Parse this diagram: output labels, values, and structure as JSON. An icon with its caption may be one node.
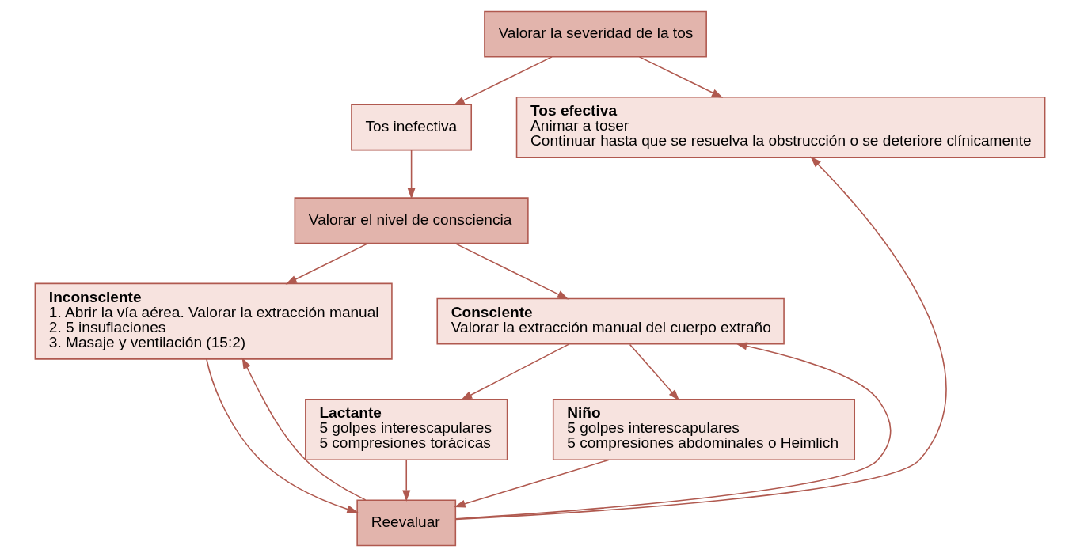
{
  "diagram": {
    "nodes": [
      {
        "text": [
          "Valorar la severidad de la tos"
        ]
      },
      {
        "text": [
          "Tos inefectiva"
        ]
      },
      {
        "text": [
          "Tos efectiva",
          "Animar a toser",
          "Continuar hasta que se resuelva la obstrucción o se deteriore clínicamente"
        ]
      },
      {
        "text": [
          "Valorar el nivel de consciencia"
        ]
      },
      {
        "text": [
          "Inconsciente",
          "1. Abrir la vía aérea. Valorar la extracción manual",
          "2. 5 insuflaciones",
          "3. Masaje y ventilación (15:2)"
        ]
      },
      {
        "text": [
          "Consciente",
          "Valorar la extracción manual del cuerpo extraño"
        ]
      },
      {
        "text": [
          "Lactante",
          "5 golpes interescapulares",
          "5 compresiones torácicas"
        ]
      },
      {
        "text": [
          "Niño",
          "5 golpes interescapulares",
          "5 compresiones abdominales o Heimlich"
        ]
      },
      {
        "text": [
          "Reevaluar"
        ]
      }
    ],
    "edges": [
      {
        "from": 0,
        "to": 1,
        "arrow": "to"
      },
      {
        "from": 0,
        "to": 2,
        "arrow": "to"
      },
      {
        "from": 1,
        "to": 3,
        "arrow": "to"
      },
      {
        "from": 3,
        "to": 4,
        "arrow": "to"
      },
      {
        "from": 3,
        "to": 5,
        "arrow": "to"
      },
      {
        "from": 5,
        "to": 6,
        "arrow": "to"
      },
      {
        "from": 5,
        "to": 7,
        "arrow": "to"
      },
      {
        "from": 4,
        "to": 8,
        "arrow": "to"
      },
      {
        "from": 6,
        "to": 8,
        "arrow": "to"
      },
      {
        "from": 7,
        "to": 8,
        "arrow": "to"
      },
      {
        "from": 8,
        "to": 4,
        "arrow": "to"
      },
      {
        "from": 8,
        "to": 5,
        "arrow": "to"
      },
      {
        "from": 8,
        "to": 2,
        "arrow": "to"
      }
    ]
  }
}
